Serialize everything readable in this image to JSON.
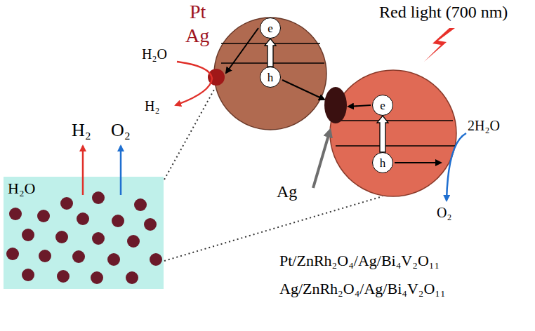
{
  "diagram": {
    "nodes": [
      {
        "text": [
          "H₂O"
        ]
      },
      {
        "text": [
          "e"
        ]
      },
      {
        "text": [
          "h"
        ]
      },
      {
        "text": [
          "e"
        ]
      },
      {
        "text": [
          "h"
        ]
      }
    ],
    "edges": [
      {
        "from": 2,
        "to": 1,
        "arrow": "to"
      },
      {
        "from": 4,
        "to": 3,
        "arrow": "to"
      }
    ],
    "labels": [
      "Pt",
      "Ag",
      "Red light (700 nm)",
      "H₂O",
      "H₂",
      "2H₂O",
      "O₂",
      "Ag",
      "H₂",
      "O₂",
      "Pt/ZnRh₂O₄/Ag/Bi₄V₂O₁₁",
      "Ag/ZnRh₂O₄/Ag/Bi₄V₂O₁₁"
    ]
  }
}
